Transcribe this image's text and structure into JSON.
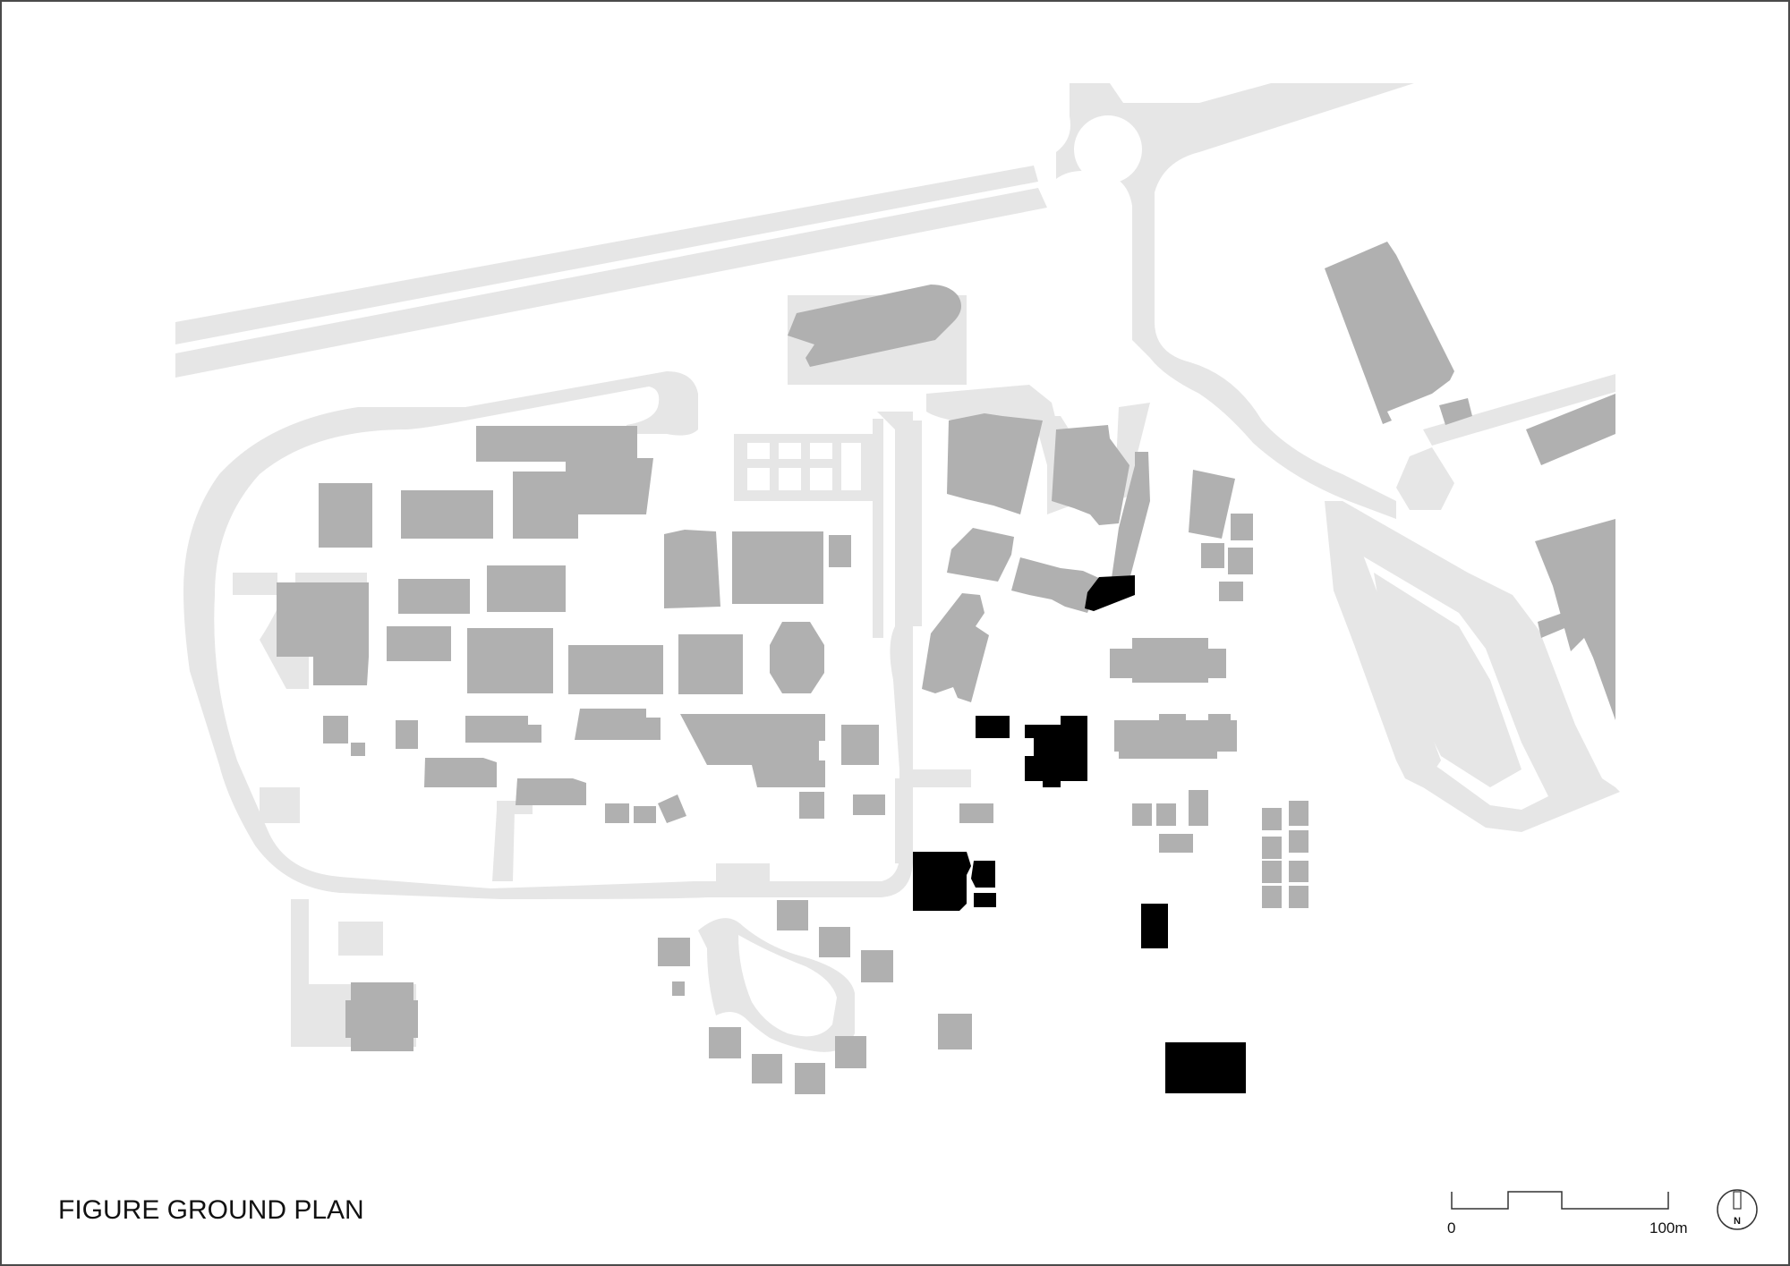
{
  "title": "FIGURE GROUND PLAN",
  "scale_bar": {
    "start_label": "0",
    "end_label": "100m"
  },
  "north_arrow": {
    "label": "N"
  },
  "legend_colors": {
    "roads_paved": "#e6e6e6",
    "existing_buildings": "#b0b0b0",
    "new_buildings": "#000000"
  }
}
